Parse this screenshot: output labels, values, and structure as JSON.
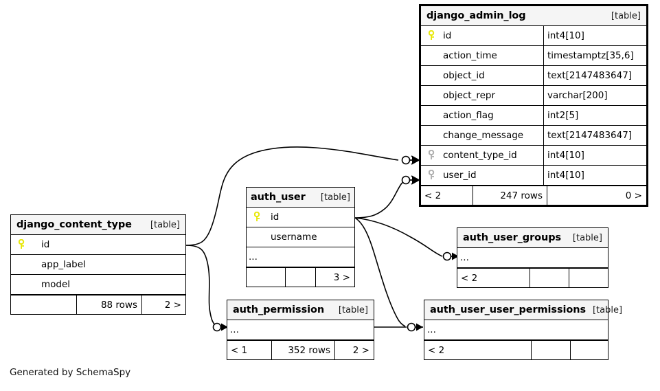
{
  "diagram": {
    "credit": "Generated by SchemaSpy",
    "table_tag": "[table]",
    "ellipsis": "...",
    "colors": {
      "primary_key": "#e8e80a",
      "foreign_key": "#b0b0b0",
      "header_bg": "#f5f5f5",
      "line": "#000000",
      "background": "#ffffff"
    }
  },
  "tables": {
    "django_admin_log": {
      "name": "django_admin_log",
      "tag": "[table]",
      "columns": [
        {
          "name": "id",
          "type": "int4[10]",
          "key": "primary"
        },
        {
          "name": "action_time",
          "type": "timestamptz[35,6]",
          "key": "none"
        },
        {
          "name": "object_id",
          "type": "text[2147483647]",
          "key": "none"
        },
        {
          "name": "object_repr",
          "type": "varchar[200]",
          "key": "none"
        },
        {
          "name": "action_flag",
          "type": "int2[5]",
          "key": "none"
        },
        {
          "name": "change_message",
          "type": "text[2147483647]",
          "key": "none"
        },
        {
          "name": "content_type_id",
          "type": "int4[10]",
          "key": "foreign"
        },
        {
          "name": "user_id",
          "type": "int4[10]",
          "key": "foreign"
        }
      ],
      "footer": {
        "parents": "< 2",
        "rows": "247 rows",
        "children": "0 >"
      }
    },
    "django_content_type": {
      "name": "django_content_type",
      "tag": "[table]",
      "columns": [
        {
          "name": "id",
          "type": "",
          "key": "primary"
        },
        {
          "name": "app_label",
          "type": "",
          "key": "none"
        },
        {
          "name": "model",
          "type": "",
          "key": "none"
        }
      ],
      "footer": {
        "parents": "",
        "rows": "88 rows",
        "children": "2 >"
      }
    },
    "auth_user": {
      "name": "auth_user",
      "tag": "[table]",
      "columns": [
        {
          "name": "id",
          "type": "",
          "key": "primary"
        },
        {
          "name": "username",
          "type": "",
          "key": "none"
        },
        {
          "name": "...",
          "type": "",
          "key": "none"
        }
      ],
      "footer": {
        "parents": "",
        "rows": "",
        "children": "3 >"
      }
    },
    "auth_user_groups": {
      "name": "auth_user_groups",
      "tag": "[table]",
      "columns": [
        {
          "name": "...",
          "type": "",
          "key": "none"
        }
      ],
      "footer": {
        "parents": "< 2",
        "rows": "",
        "children": ""
      }
    },
    "auth_permission": {
      "name": "auth_permission",
      "tag": "[table]",
      "columns": [
        {
          "name": "...",
          "type": "",
          "key": "none"
        }
      ],
      "footer": {
        "parents": "< 1",
        "rows": "352 rows",
        "children": "2 >"
      }
    },
    "auth_user_user_permissions": {
      "name": "auth_user_user_permissions",
      "tag": "[table]",
      "columns": [
        {
          "name": "...",
          "type": "",
          "key": "none"
        }
      ],
      "footer": {
        "parents": "< 2",
        "rows": "",
        "children": ""
      }
    }
  },
  "relationships": [
    {
      "from": "django_content_type.id",
      "to": "django_admin_log.content_type_id"
    },
    {
      "from": "django_content_type.id",
      "to": "auth_permission"
    },
    {
      "from": "auth_user.id",
      "to": "django_admin_log.user_id"
    },
    {
      "from": "auth_user.id",
      "to": "auth_user_groups"
    },
    {
      "from": "auth_user.id",
      "to": "auth_user_user_permissions"
    },
    {
      "from": "auth_permission",
      "to": "auth_user_user_permissions"
    }
  ]
}
